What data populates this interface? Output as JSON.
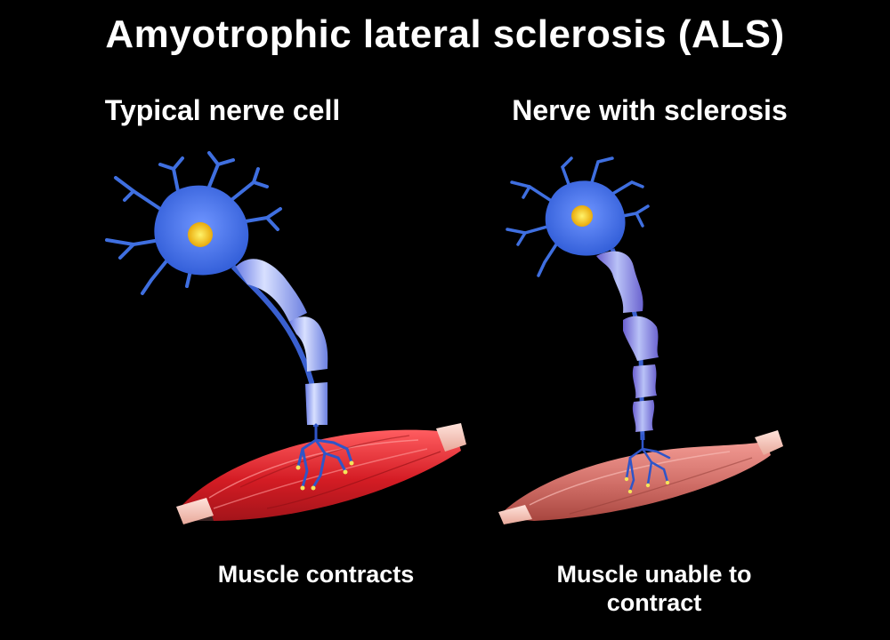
{
  "title": "Amyotrophic lateral sclerosis (ALS)",
  "left_panel": {
    "heading": "Typical nerve cell",
    "caption": "Muscle contracts"
  },
  "right_panel": {
    "heading": "Nerve with sclerosis",
    "caption_line1": "Muscle unable to",
    "caption_line2": "contract"
  },
  "colors": {
    "background": "#000000",
    "neuron_body": "#3f6fe0",
    "nucleus": "#f5c20f",
    "myelin": "#8fa6f2",
    "myelin_damaged": "#7e72d8",
    "muscle_healthy": "#d8232a",
    "muscle_weak": "#c9605c",
    "tendon": "#f5c7bd"
  }
}
